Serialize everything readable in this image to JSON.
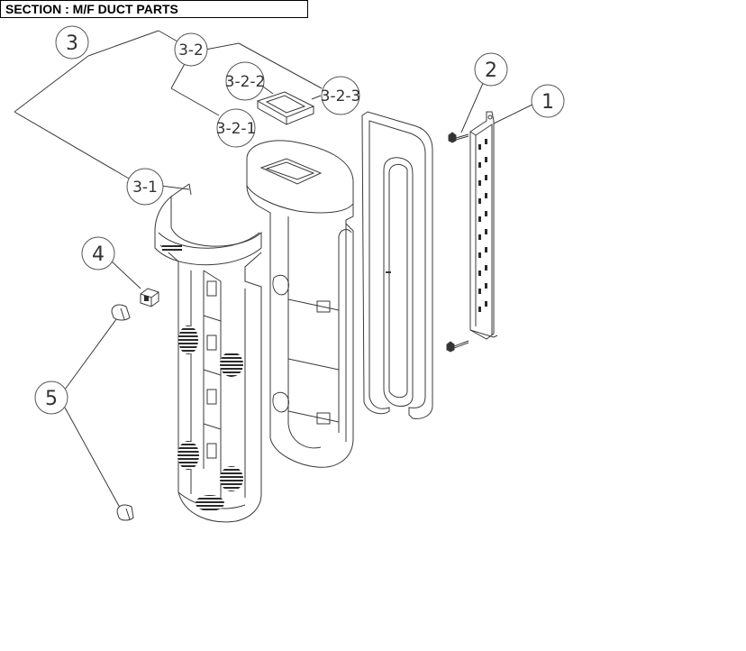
{
  "section": {
    "title": "SECTION : M/F DUCT PARTS"
  },
  "callouts": {
    "c1": "1",
    "c2": "2",
    "c3": "3",
    "c3_1": "3-1",
    "c3_2": "3-2",
    "c3_2_1": "3-2-1",
    "c3_2_2": "3-2-2",
    "c3_2_3": "3-2-3",
    "c4": "4",
    "c5": "5"
  },
  "colors": {
    "line": "#3a3a3a",
    "vent": "#2a2a2a",
    "callout_stroke": "#555555"
  }
}
